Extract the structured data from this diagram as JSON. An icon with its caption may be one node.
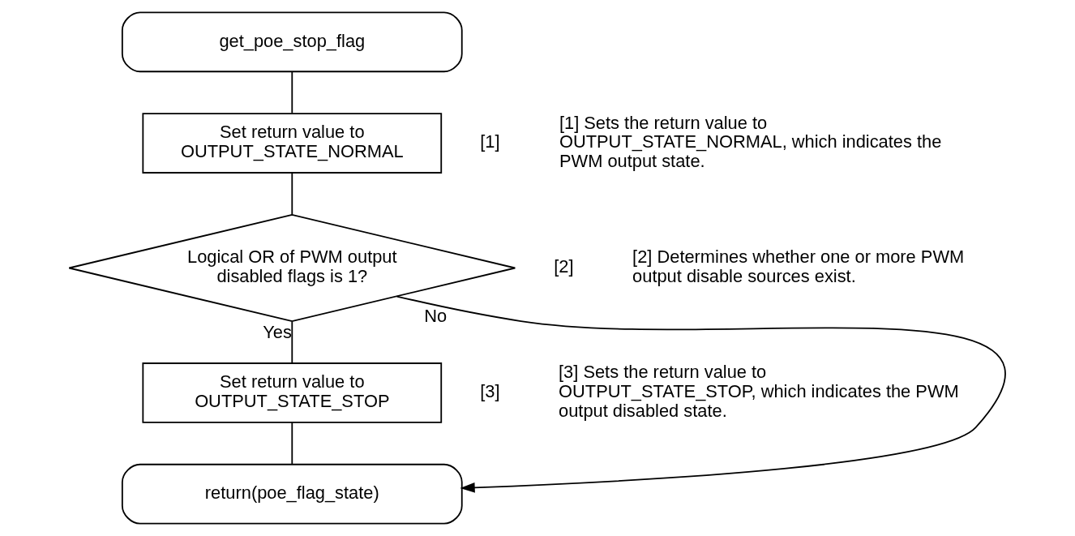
{
  "diagram": {
    "nodes": [
      {
        "text": [
          "get_poe_stop_flag"
        ]
      },
      {
        "text": [
          "Set return value to OUTPUT_STATE_NORMAL"
        ],
        "beside": [
          "[1]"
        ]
      },
      {
        "text": [
          "Logical OR of PWM output disabled flags is 1?"
        ],
        "beside": [
          "[2]"
        ]
      },
      {
        "text": [
          "Set return value to OUTPUT_STATE_STOP"
        ],
        "beside": [
          "[3]"
        ]
      },
      {
        "text": [
          "return(poe_flag_state)"
        ]
      }
    ],
    "edges": [
      {
        "from": 0,
        "to": 1,
        "arrow": "none"
      },
      {
        "from": 1,
        "to": 2,
        "arrow": "none"
      },
      {
        "from": 2,
        "to": 3,
        "arrow": "none",
        "label": "Yes"
      },
      {
        "from": 2,
        "to": 4,
        "arrow": "to",
        "label": "No"
      },
      {
        "from": 3,
        "to": 4,
        "arrow": "none"
      }
    ],
    "labels": [
      "[1] Sets the return value to OUTPUT_STATE_NORMAL, which indicates the PWM output state.",
      "[2] Determines whether one or more PWM output disable sources exist.",
      "[3] Sets the return value to OUTPUT_STATE_STOP, which indicates the PWM output disabled state."
    ]
  }
}
